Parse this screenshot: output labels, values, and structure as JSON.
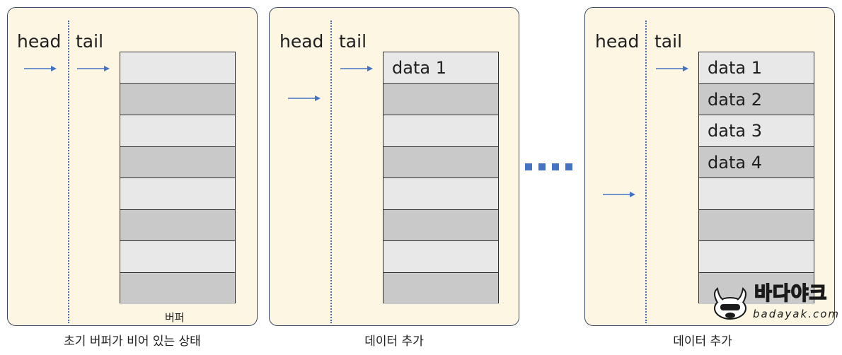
{
  "panels": [
    {
      "head_label": "head",
      "tail_label": "tail",
      "cells": [
        "",
        "",
        "",
        "",
        "",
        "",
        "",
        ""
      ],
      "buffer_label": "버퍼",
      "caption": "초기 버퍼가 비어 있는 상태"
    },
    {
      "head_label": "head",
      "tail_label": "tail",
      "cells": [
        "data 1",
        "",
        "",
        "",
        "",
        "",
        "",
        ""
      ],
      "caption": "데이터 추가"
    },
    {
      "head_label": "head",
      "tail_label": "tail",
      "cells": [
        "data 1",
        "data 2",
        "data 3",
        "data 4",
        "",
        "",
        "",
        ""
      ],
      "caption": "데이터 추가"
    }
  ],
  "logo": {
    "name": "바다야크",
    "url": "badayak.com"
  },
  "colors": {
    "arrow": "#4472c4",
    "divider": "#4a6fb8",
    "panel_bg": "#fdf6e3",
    "cell_light": "#e8e8e8",
    "cell_dark": "#c9c9c9"
  }
}
